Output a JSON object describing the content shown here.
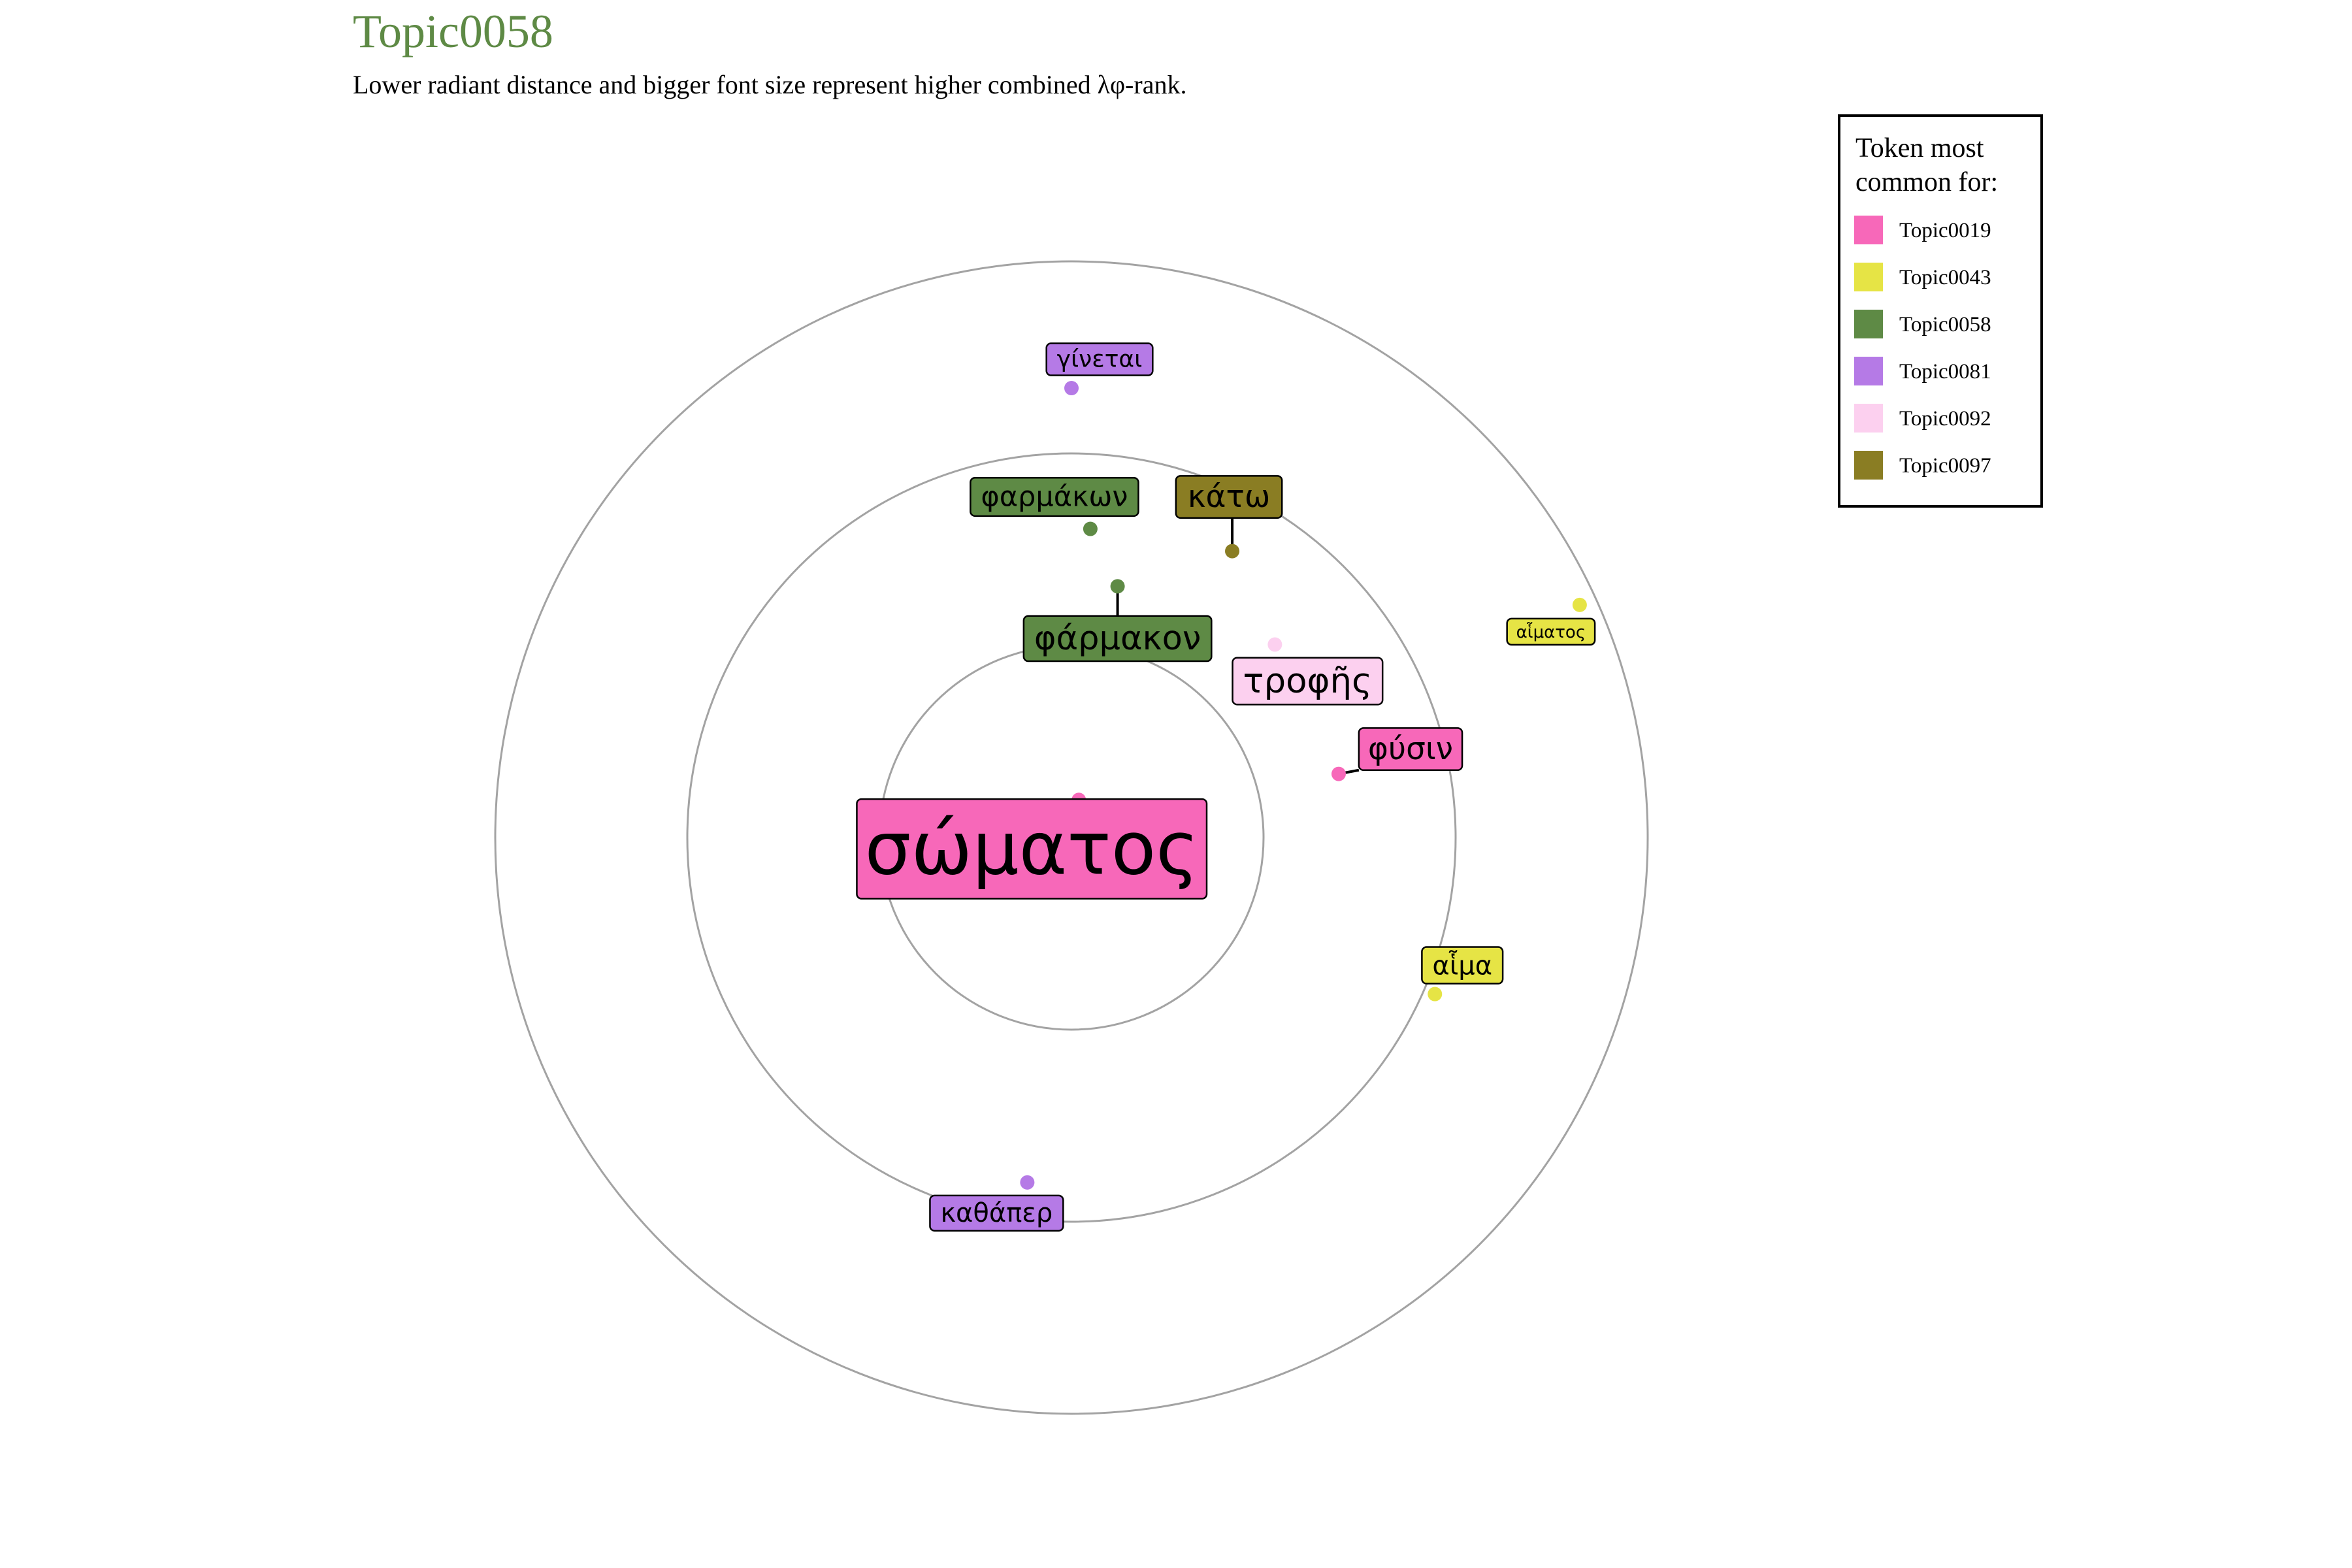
{
  "chart_data": {
    "type": "scatter",
    "coordinate_system": "polar",
    "title": "Topic0058",
    "subtitle": "Lower radiant distance and bigger font size represent higher combined λφ-rank.",
    "title_color": "#5e8a45",
    "radial_rings": [
      1,
      2,
      3
    ],
    "legend": {
      "title": "Token most common for:",
      "position": "top-right",
      "items": [
        {
          "name": "Topic0019",
          "color": "#f768b9"
        },
        {
          "name": "Topic0043",
          "color": "#e6e445"
        },
        {
          "name": "Topic0058",
          "color": "#5e8a45"
        },
        {
          "name": "Topic0081",
          "color": "#b57ae6"
        },
        {
          "name": "Topic0092",
          "color": "#fcd0ef"
        },
        {
          "name": "Topic0097",
          "color": "#8a7d23"
        }
      ]
    },
    "tokens": [
      {
        "token": "σώματος",
        "topic": "Topic0019",
        "rank": 1,
        "radius": 0.2,
        "angle_deg": 79
      },
      {
        "token": "φύσιν",
        "topic": "Topic0019",
        "rank": 2,
        "radius": 1.43,
        "angle_deg": 13.4
      },
      {
        "token": "τροφῆς",
        "topic": "Topic0092",
        "rank": 3,
        "radius": 1.46,
        "angle_deg": 43.5
      },
      {
        "token": "φάρμακον",
        "topic": "Topic0058",
        "rank": 4,
        "radius": 1.33,
        "angle_deg": 79.6
      },
      {
        "token": "κάτω",
        "topic": "Topic0097",
        "rank": 5,
        "radius": 1.71,
        "angle_deg": 60.7
      },
      {
        "token": "φαρμάκων",
        "topic": "Topic0058",
        "rank": 6,
        "radius": 1.61,
        "angle_deg": 86.5
      },
      {
        "token": "αἷμα",
        "topic": "Topic0043",
        "rank": 7,
        "radius": 2.06,
        "angle_deg": -23.3
      },
      {
        "token": "καθάπερ",
        "topic": "Topic0081",
        "rank": 8,
        "radius": 1.81,
        "angle_deg": -97.3
      },
      {
        "token": "γίνεται",
        "topic": "Topic0081",
        "rank": 9,
        "radius": 2.34,
        "angle_deg": 90
      },
      {
        "token": "αἷματος",
        "topic": "Topic0043",
        "rank": 10,
        "radius": 2.91,
        "angle_deg": 24.6
      }
    ]
  }
}
